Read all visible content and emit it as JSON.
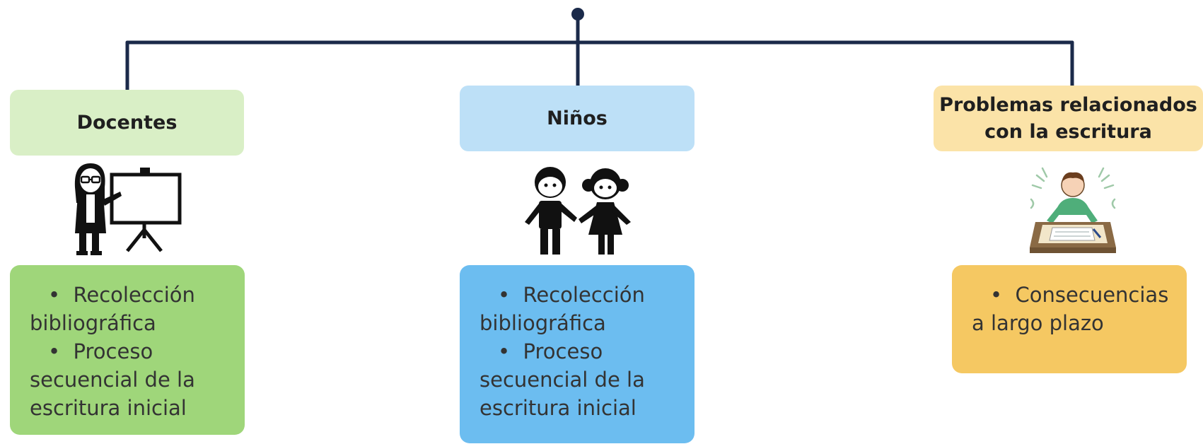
{
  "colors": {
    "connector": "#1b2a4a",
    "docentes_header": "#d9efc6",
    "docentes_body": "#9fd67a",
    "ninos_header": "#bde0f7",
    "ninos_body": "#6cbdf0",
    "problemas_header": "#fbe3a8",
    "problemas_body": "#f5c862"
  },
  "nodes": [
    {
      "id": "docentes",
      "title": "Docentes",
      "icon": "teacher-presentation-icon",
      "items": [
        {
          "first": "Recolección",
          "rest": "bibliográfica"
        },
        {
          "first": "Proceso",
          "rest": "secuencial de la escritura inicial"
        }
      ]
    },
    {
      "id": "ninos",
      "title": "Niños",
      "icon": "children-icon",
      "items": [
        {
          "first": "Recolección",
          "rest": "bibliográfica"
        },
        {
          "first": "Proceso",
          "rest": "secuencial de la escritura inicial"
        }
      ]
    },
    {
      "id": "problemas",
      "title_line1": "Problemas relacionados",
      "title_line2": "con la escritura",
      "icon": "frustrated-child-writing-icon",
      "items": [
        {
          "first": "Consecuencias",
          "rest": "a largo plazo"
        }
      ]
    }
  ]
}
